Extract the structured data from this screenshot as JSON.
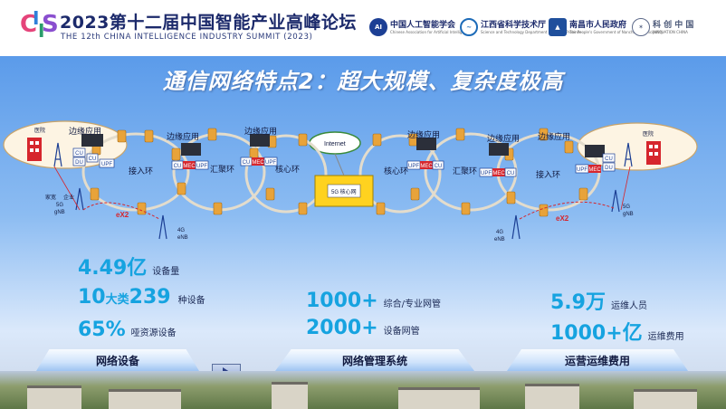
{
  "header": {
    "logo_text": "CIIS",
    "title_cn": "2023第十二届中国智能产业高峰论坛",
    "title_en": "THE 12th CHINA INTELLIGENCE INDUSTRY SUMMIT (2023)",
    "orgs": [
      {
        "name": "中国人工智能学会",
        "sub": "Chinese Association for Artificial Intelligence"
      },
      {
        "name": "江西省科学技术厅",
        "sub": "Science and Technology Department of Jiangxi Province"
      },
      {
        "name": "南昌市人民政府",
        "sub": "The People's Government of Nanchang Municipality"
      },
      {
        "name": "科 创 中 国",
        "sub": "INNOVATION CHINA"
      }
    ]
  },
  "slide": {
    "title": "通信网络特点2：超大规模、复杂度极高"
  },
  "diagram": {
    "edge_app": "边缘应用",
    "hospital": "医院",
    "access_ring": "接入环",
    "aggregation_ring": "汇聚环",
    "core_ring": "核心环",
    "internet": "Internet",
    "core_5g": "5G 核心网",
    "cu": "CU",
    "du": "DU",
    "upf": "UPF",
    "mec": "MEC",
    "ex2": "eX2",
    "home": "家宽",
    "enterprise": "企业",
    "gnb_5g": "5G",
    "gnb": "gNB",
    "enb_4g": "4G",
    "enb": "eNB"
  },
  "stats": {
    "devices_num": "4.49亿",
    "devices_lbl": "设备量",
    "types_a": "10",
    "types_small": "大类",
    "types_b": "239",
    "types_lbl": "种设备",
    "dumb_num": "65%",
    "dumb_lbl": "哑资源设备",
    "mgmt1_num": "1000+",
    "mgmt1_lbl": "综合/专业网管",
    "mgmt2_num": "2000+",
    "mgmt2_lbl": "设备网管",
    "staff_num": "5.9万",
    "staff_lbl": "运维人员",
    "cost_num": "1000+亿",
    "cost_lbl": "运维费用"
  },
  "sections": {
    "network_devices": "网络设备",
    "network_mgmt": "网络管理系统",
    "ops_cost": "运营运维费用"
  },
  "colors": {
    "accent_blue": "#16a3e0",
    "ring_orange": "#e8a33a",
    "core_yellow": "#ffd21f",
    "mec_red": "#d6262d"
  }
}
